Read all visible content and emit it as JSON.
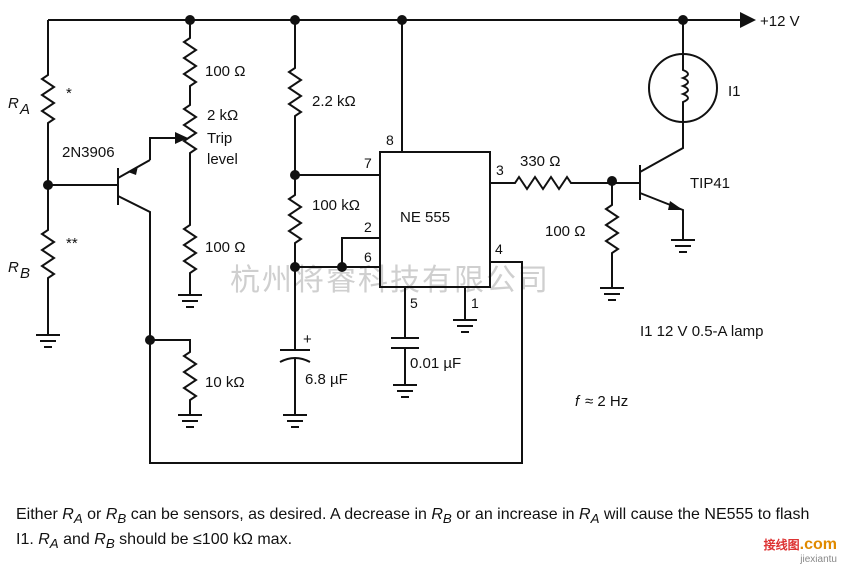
{
  "supply": {
    "label": "+12 V"
  },
  "parts": {
    "ra": {
      "sym": "R",
      "sub": "A",
      "note": "*"
    },
    "rb": {
      "sym": "R",
      "sub": "B",
      "note": "**"
    },
    "q1": {
      "label": "2N3906"
    },
    "r100_top": {
      "label": "100 Ω"
    },
    "pot": {
      "label": "2 kΩ",
      "line2": "Trip",
      "line3": "level"
    },
    "r100_bot": {
      "label": "100 Ω"
    },
    "r10k": {
      "label": "10 kΩ"
    },
    "r22k": {
      "label": "2.2 kΩ"
    },
    "r100k": {
      "label": "100 kΩ"
    },
    "c68": {
      "label": "6.8 µF",
      "pol": "+"
    },
    "c001": {
      "label": "0.01 µF"
    },
    "ic": {
      "label": "NE 555",
      "pins": [
        "8",
        "7",
        "2",
        "6",
        "3",
        "4",
        "5",
        "1"
      ]
    },
    "r330": {
      "label": "330 Ω"
    },
    "r100_base": {
      "label": "100 Ω"
    },
    "q2": {
      "label": "TIP41"
    },
    "lamp": {
      "label": "I1"
    }
  },
  "notes": {
    "lamp": "I1  12 V 0.5-A lamp",
    "freq_f": "f",
    "freq_rest": "≈ 2 Hz"
  },
  "caption": {
    "p1": "Either ",
    "p2": " or ",
    "p3": " can be sensors, as desired. A decrease in ",
    "p4": " or an increase in ",
    "p5": " will cause the NE555 to flash I1. ",
    "p6": " and ",
    "p7": " should be ≤100 kΩ max.",
    "ra_sym": "R",
    "ra_sub": "A",
    "rb_sym": "R",
    "rb_sub": "B"
  },
  "watermark": "杭州将睿科技有限公司",
  "site": {
    "cn": "接线图",
    "com": ".com",
    "py": "jiexiantu"
  }
}
